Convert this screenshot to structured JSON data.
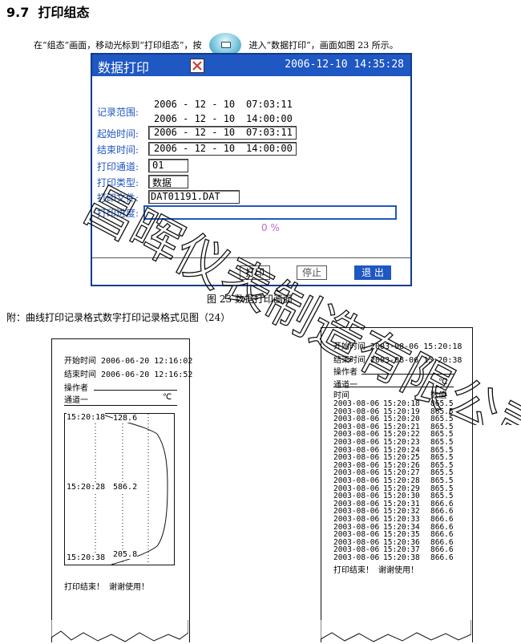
{
  "section": {
    "number": "9.7",
    "title": "打印组态"
  },
  "intro": {
    "before": "在“组态”画面，移动光标到“打印组态”，按",
    "after": "进入“数据打印”，画面如图 23 所示。",
    "key_icon": "enter-key-icon"
  },
  "screen": {
    "title": "数据打印",
    "datetime": "2006-12-10  14:35:28",
    "record_range_label": "记录范围:",
    "record_start": {
      "date": "2006 - 12 - 10",
      "time": "07:03:11"
    },
    "record_end": {
      "date": "2006 - 12 - 10",
      "time": "14:00:00"
    },
    "start_label": "起始时间:",
    "start": {
      "date": "2006 - 12 - 10",
      "time": "07:03:11"
    },
    "end_label": "结束时间:",
    "end": {
      "date": "2006 - 12 - 10",
      "time": "14:00:00"
    },
    "channel_label": "打印通道:",
    "channel": "01",
    "type_label": "打印类型:",
    "type": "数据",
    "file_label": "打印文件:",
    "file": "DAT01191.DAT",
    "progress_label": "打印进度:",
    "progress_percent": "0 %",
    "progress_value": 0,
    "buttons": {
      "print": "打印",
      "stop": "停止",
      "exit": "退 出"
    },
    "colors": {
      "title_bar": "#1f57c3",
      "label": "#1f57c3",
      "percent": "#c06ac8"
    }
  },
  "caption": "图 23 数据打印画面",
  "note": "附：曲线打印记录格式数字打印记录格式见图（24）",
  "receipt_left": {
    "start": "开始时间 2006-06-20 12:16:02",
    "end": "结束时间 2006-06-20 12:16:52",
    "operator": "操作者",
    "channel": "通道一",
    "unit": "℃",
    "plot_labels": {
      "top_time": "15:20:18",
      "mid_time": "15:20:28",
      "bottom_time": "15:20:38",
      "top_value": "128.6",
      "mid_value": "586.2",
      "bottom_value": "205.8"
    },
    "footer": "打印结束！ 谢谢使用！"
  },
  "receipt_right": {
    "start": "开始时间 2003-08-06  15:20:18",
    "end": "结束时间 2003-08-06  15:20:38",
    "operator": "操作者",
    "channel": "通道一",
    "unit": "℃",
    "col_time": "时间",
    "col_value": "数值",
    "rows": [
      {
        "date": "2003-08-06",
        "time": "15:20:18",
        "value": "865.5"
      },
      {
        "date": "2003-08-06",
        "time": "15:20:19",
        "value": "865.5"
      },
      {
        "date": "2003-08-06",
        "time": "15:20:20",
        "value": "865.5"
      },
      {
        "date": "2003-08-06",
        "time": "15:20:21",
        "value": "865.5"
      },
      {
        "date": "2003-08-06",
        "time": "15:20:22",
        "value": "865.5"
      },
      {
        "date": "2003-08-06",
        "time": "15:20:23",
        "value": "865.5"
      },
      {
        "date": "2003-08-06",
        "time": "15:20:24",
        "value": "865.5"
      },
      {
        "date": "2003-08-06",
        "time": "15:20:25",
        "value": "865.5"
      },
      {
        "date": "2003-08-06",
        "time": "15:20:26",
        "value": "865.5"
      },
      {
        "date": "2003-08-06",
        "time": "15:20:27",
        "value": "865.5"
      },
      {
        "date": "2003-08-06",
        "time": "15:20:28",
        "value": "865.5"
      },
      {
        "date": "2003-08-06",
        "time": "15:20:29",
        "value": "865.5"
      },
      {
        "date": "2003-08-06",
        "time": "15:20:30",
        "value": "865.5"
      },
      {
        "date": "2003-08-06",
        "time": "15:20:31",
        "value": "866.6"
      },
      {
        "date": "2003-08-06",
        "time": "15:20:32",
        "value": "866.6"
      },
      {
        "date": "2003-08-06",
        "time": "15:20:33",
        "value": "866.6"
      },
      {
        "date": "2003-08-06",
        "time": "15:20:34",
        "value": "866.6"
      },
      {
        "date": "2003-08-06",
        "time": "15:20:35",
        "value": "866.6"
      },
      {
        "date": "2003-08-06",
        "time": "15:20:36",
        "value": "866.6"
      },
      {
        "date": "2003-08-06",
        "time": "15:20:37",
        "value": "866.6"
      },
      {
        "date": "2003-08-06",
        "time": "15:20:38",
        "value": "866.6"
      }
    ],
    "footer": "打印结束！ 谢谢使用！"
  },
  "watermark": {
    "text": "昌晖仪表制造有限公司"
  }
}
